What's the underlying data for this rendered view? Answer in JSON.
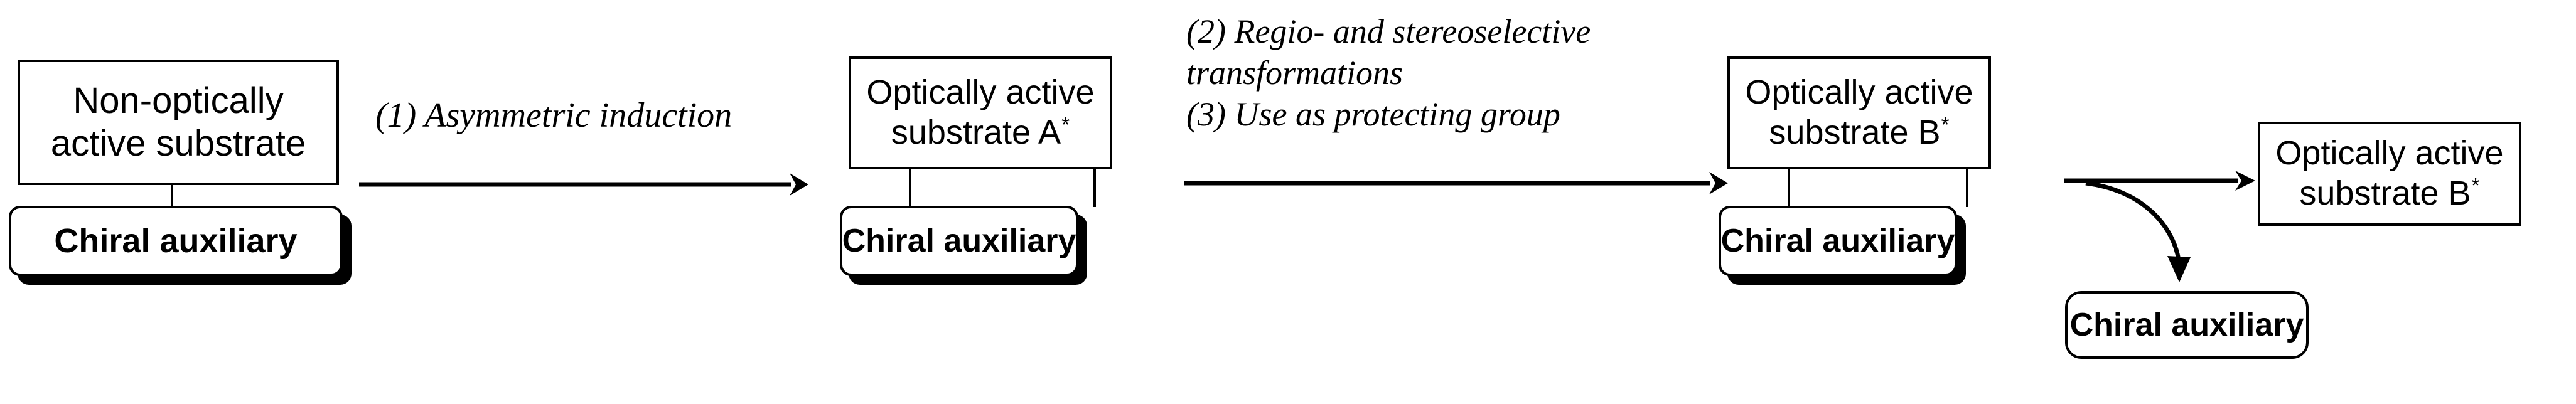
{
  "diagram": {
    "title": "Chiral auxiliary strategy scheme",
    "colors": {
      "stroke": "#000000",
      "background": "#ffffff"
    },
    "stage1": {
      "substrate": {
        "line1": "Non-optically",
        "line2": "active substrate"
      },
      "auxiliary": "Chiral auxiliary"
    },
    "stage2": {
      "substrate": {
        "line1": "Optically active",
        "line2": "substrate A",
        "mark": "*"
      },
      "auxiliary": "Chiral auxiliary"
    },
    "stage3": {
      "substrate": {
        "line1": "Optically active",
        "line2": "substrate B",
        "mark": "*"
      },
      "auxiliary": "Chiral auxiliary"
    },
    "stage4": {
      "substrate": {
        "line1": "Optically active",
        "line2": "substrate B",
        "mark": "*"
      },
      "auxiliary": "Chiral auxiliary"
    },
    "arrow1": {
      "caption": "(1) Asymmetric induction"
    },
    "arrow2": {
      "caption_line1": "(2) Regio- and stereoselective",
      "caption_line2": "transformations",
      "caption_line3": "(3) Use as protecting group"
    }
  }
}
